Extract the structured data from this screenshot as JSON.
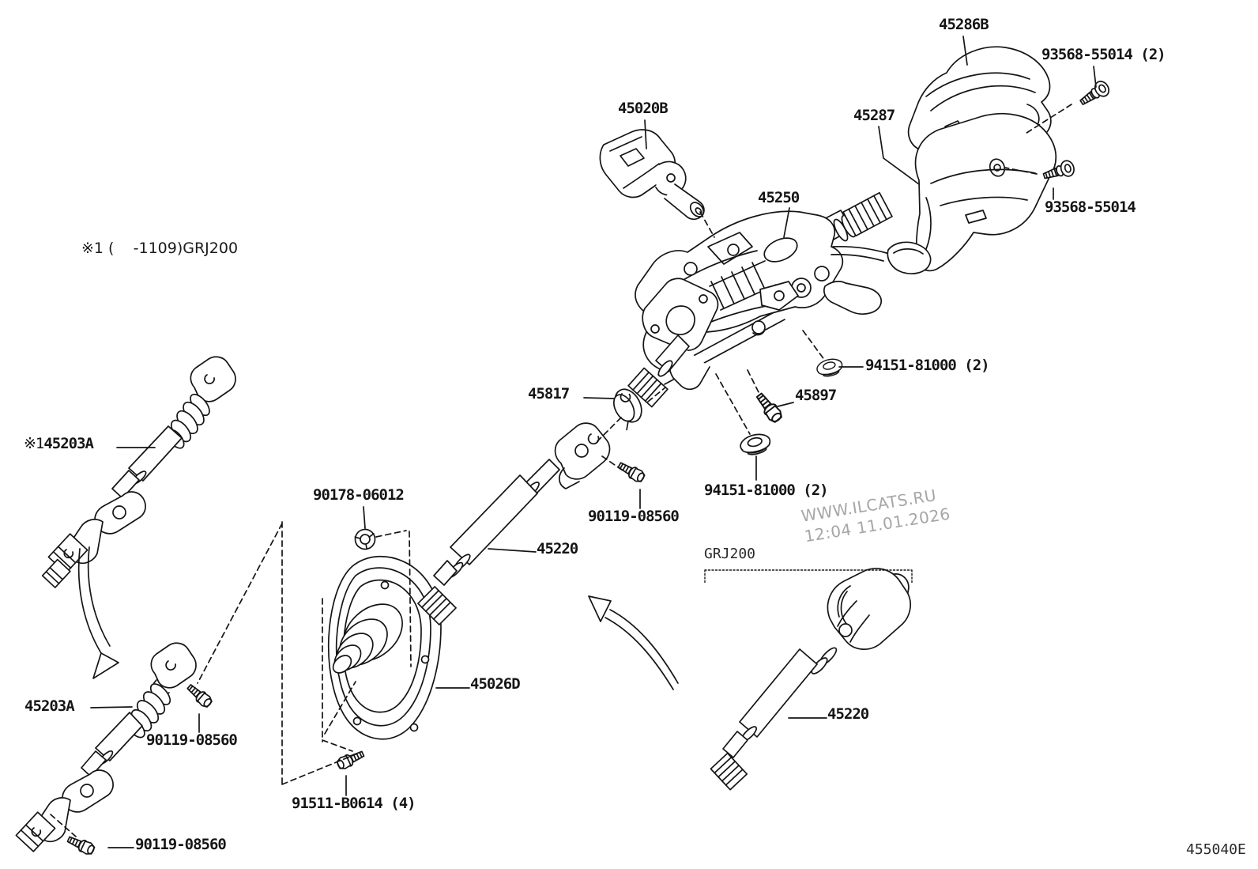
{
  "diagram": {
    "code": "455040E",
    "note": "※1 (    -1109)GRJ200",
    "variant_bracket_label": "GRJ200",
    "watermark": {
      "line1": "WWW.ILCATS.RU",
      "line2": "12:04 11.01.2026"
    },
    "colors": {
      "line": "#151515",
      "background": "#ffffff",
      "watermark": "#a6a6a6"
    }
  },
  "labels": {
    "upper_cover": "45286B",
    "screw_upper": "93568-55014 (2)",
    "lower_cover": "45287",
    "screw_lower": "93568-55014",
    "upper_joint": "45020B",
    "column_assy": "45250",
    "thrust_stopper": "45817",
    "tilt_bolt": "45897",
    "grommet_top": "94151-81000 (2)",
    "grommet_bottom": "94151-81000 (2)",
    "joint_bolt_center": "90119-08560",
    "lock_nut": "90178-06012",
    "inter_shaft_center": "45220",
    "hole_cover": "45026D",
    "variant_shaft_prefix": "※1",
    "variant_shaft": "45203A",
    "lower_shaft": "45203A",
    "joint_bolt_lower_upper": "90119-08560",
    "plate_bolt": "91511-B0614 (4)",
    "joint_bolt_lower_bottom": "90119-08560",
    "inter_shaft_right": "45220"
  }
}
